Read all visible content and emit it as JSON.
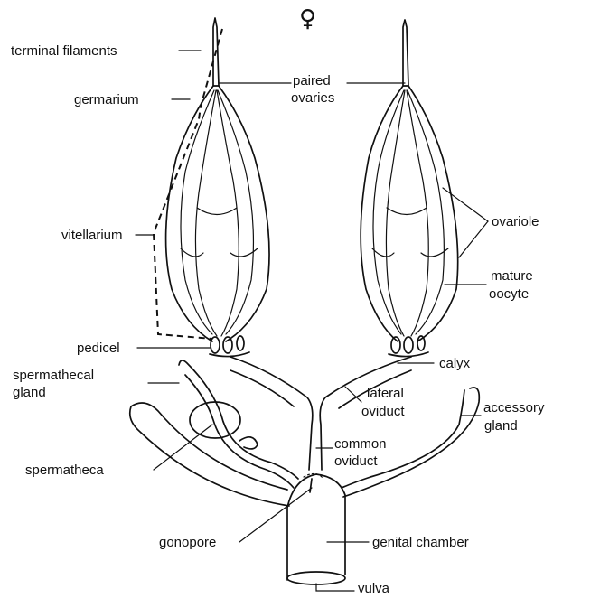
{
  "title_symbol": "♀",
  "labels": {
    "terminal_filaments": "terminal filaments",
    "germarium": "germarium",
    "paired": "paired",
    "ovaries": "ovaries",
    "vitellarium": "vitellarium",
    "ovariole": "ovariole",
    "mature": "mature",
    "oocyte": "oocyte",
    "pedicel": "pedicel",
    "calyx": "calyx",
    "spermathecal": "spermathecal",
    "gland": "gland",
    "lateral": "lateral",
    "oviduct": "oviduct",
    "accessory": "accessory",
    "accessory_gland": "gland",
    "common": "common",
    "common_oviduct": "oviduct",
    "spermatheca": "spermatheca",
    "gonopore": "gonopore",
    "genital_chamber": "genital chamber",
    "vulva": "vulva"
  }
}
